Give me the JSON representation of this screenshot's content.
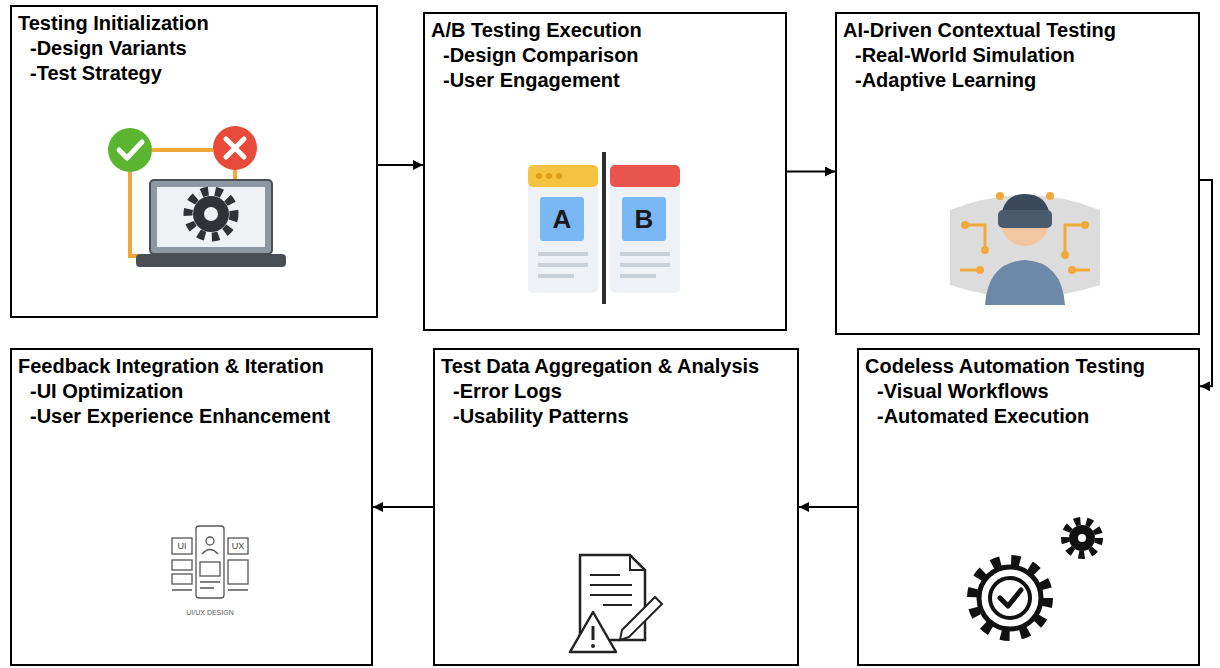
{
  "diagram": {
    "nodes": [
      {
        "text": [
          "Testing Initialization",
          "-Design Variants",
          "-Test Strategy"
        ]
      },
      {
        "text": [
          "A/B Testing Execution",
          "-Design Comparison",
          "-User Engagement"
        ]
      },
      {
        "text": [
          "AI-Driven Contextual Testing",
          "-Real-World Simulation",
          "-Adaptive Learning"
        ]
      },
      {
        "text": [
          "Codeless Automation Testing",
          "-Visual Workflows",
          "-Automated Execution"
        ]
      },
      {
        "text": [
          "Test Data Aggregation & Analysis",
          "-Error Logs",
          "-Usability Patterns"
        ]
      },
      {
        "text": [
          "Feedback Integration & Iteration",
          "-UI Optimization",
          "-User Experience Enhancement"
        ]
      }
    ],
    "edges": [
      {
        "from": 0,
        "to": 1,
        "arrow": "to"
      },
      {
        "from": 1,
        "to": 2,
        "arrow": "to"
      },
      {
        "from": 2,
        "to": 3,
        "arrow": "to"
      },
      {
        "from": 3,
        "to": 4,
        "arrow": "to"
      },
      {
        "from": 4,
        "to": 5,
        "arrow": "to"
      }
    ],
    "labels": [
      "A",
      "B",
      "UI",
      "UX",
      "UI/UX DESIGN"
    ]
  }
}
